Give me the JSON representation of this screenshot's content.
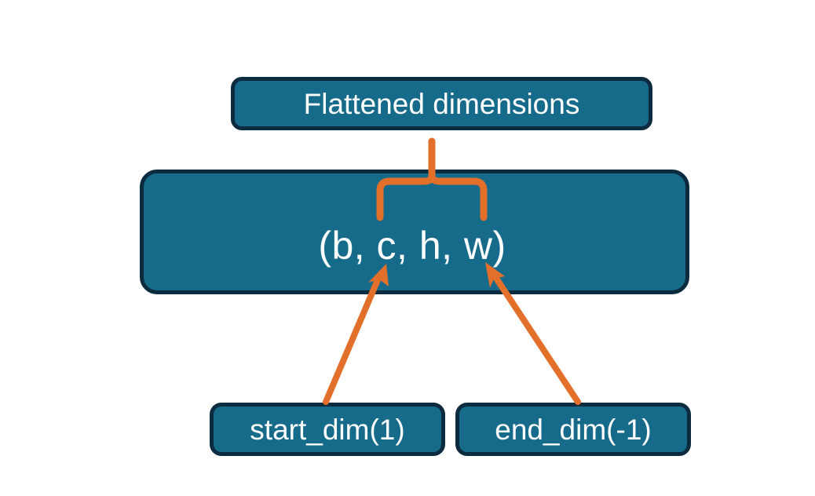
{
  "diagram": {
    "title_node": {
      "label": "Flattened dimensions",
      "name": "flattened-dimensions-node"
    },
    "tuple_node": {
      "label": "(b, c, h, w)",
      "dims": [
        "b",
        "c",
        "h",
        "w"
      ],
      "name": "tensor-shape-node"
    },
    "param_nodes": [
      {
        "label": "start_dim(1)",
        "name": "start-dim-node",
        "value": "1"
      },
      {
        "label": "end_dim(-1)",
        "name": "end-dim-node",
        "value": "-1"
      }
    ],
    "connectors": [
      {
        "name": "brace-to-flattened",
        "type": "curly-brace",
        "label": "",
        "from": "tuple-dims-c-through-w",
        "to": "flattened-dimensions-node"
      },
      {
        "name": "start-dim-arrow",
        "type": "arrow",
        "label": "",
        "from": "start-dim-node",
        "to": "tuple-dim-c"
      },
      {
        "name": "end-dim-arrow",
        "type": "arrow",
        "label": "",
        "from": "end-dim-node",
        "to": "tuple-dim-w"
      }
    ],
    "colors": {
      "node_fill": "#176B8A",
      "node_border": "#0C2B3E",
      "node_text": "#FFFFFF",
      "connector": "#E2702A",
      "background": "#FFFFFF"
    }
  }
}
